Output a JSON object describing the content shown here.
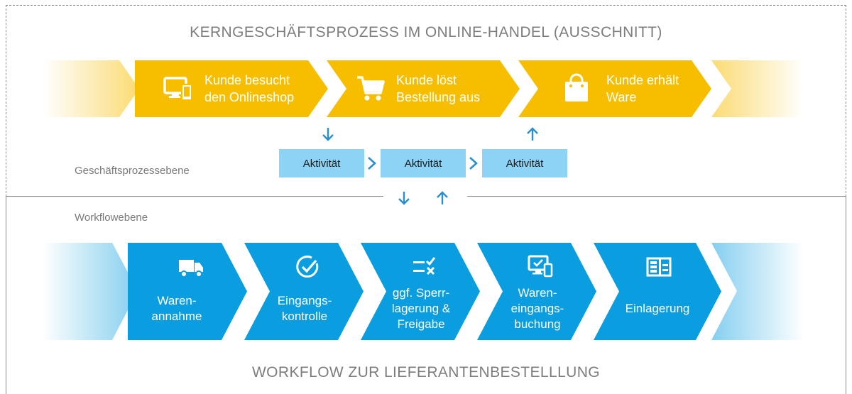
{
  "titles": {
    "top": "KERNGESCHÄFTSPROZESS IM ONLINE-HANDEL (AUSSCHNITT)",
    "bottom": "WORKFLOW ZUR LIEFERANTENBESTELLLUNG"
  },
  "levels": {
    "business": "Geschäftsprozessebene",
    "workflow": "Workflowebene"
  },
  "colors": {
    "yellow": "#f7be00",
    "blue": "#0a9ee0",
    "light_blue": "#8dd3f6",
    "arrow_blue": "#2a8fd0",
    "frame_gray": "#8a8a8a"
  },
  "business_steps": [
    {
      "label": "Kunde besucht\nden Onlineshop",
      "icon": "devices-icon"
    },
    {
      "label": "Kunde  löst\nBestellung aus",
      "icon": "shopping-cart-icon"
    },
    {
      "label": "Kunde erhält\nWare",
      "icon": "shopping-bag-icon"
    }
  ],
  "activities": [
    "Aktivität",
    "Aktivität",
    "Aktivität"
  ],
  "workflow_steps": [
    {
      "label": "Waren-\nannahme",
      "icon": "truck-icon"
    },
    {
      "label": "Eingangs-\nkontrolle",
      "icon": "check-circle-icon"
    },
    {
      "label": "ggf. Sperr-\nlagerung &\nFreigabe",
      "icon": "checklist-icon"
    },
    {
      "label": "Waren-\neingangs-\nbuchung",
      "icon": "monitor-device-icon"
    },
    {
      "label": "Einlagerung",
      "icon": "warehouse-grid-icon"
    }
  ]
}
